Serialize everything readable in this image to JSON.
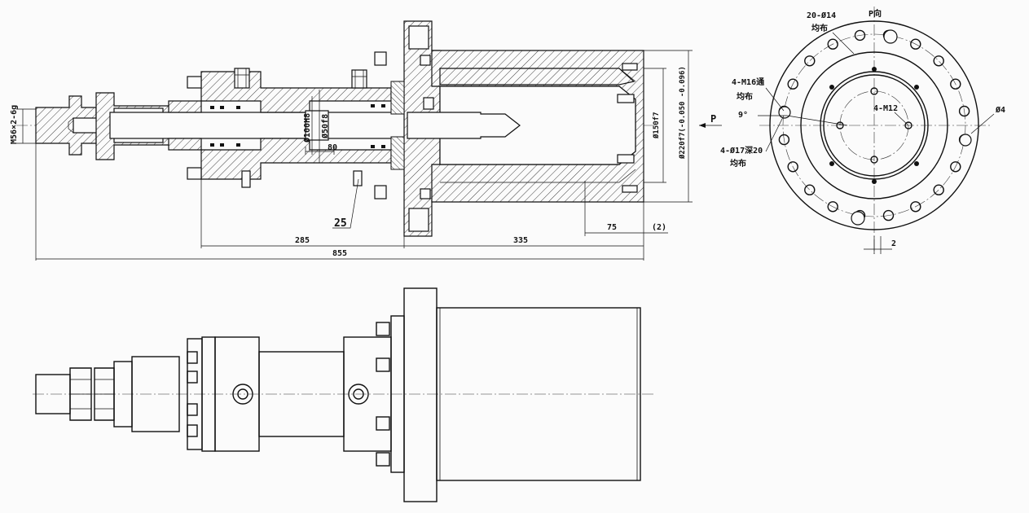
{
  "section_view": {
    "labels": {
      "thread": "M56×2-6g",
      "bore": "Ø100H8",
      "rod": "Ø50f8",
      "inner_dia": "Ø150f7",
      "outer_dia": "Ø220f7(-0.050 -0.096)",
      "rod_len": "80",
      "part_no": "25",
      "dim_285": "285",
      "dim_335": "335",
      "dim_75": "75",
      "dim_2p": "(2)",
      "dim_855": "855",
      "view_label": "P"
    }
  },
  "end_view": {
    "labels": {
      "holes_20": "20-Ø14",
      "holes_20_note": "均布",
      "view_dir": "P向",
      "m16": "4-M16通",
      "m16_note": "均布",
      "angle": "9°",
      "m12": "4-M12",
      "holes_17": "4-Ø17深20",
      "holes_17_note": "均布",
      "dia4": "Ø4",
      "dim_2": "2"
    }
  },
  "colors": {
    "line": "#111111",
    "background": "#fbfbfb"
  }
}
